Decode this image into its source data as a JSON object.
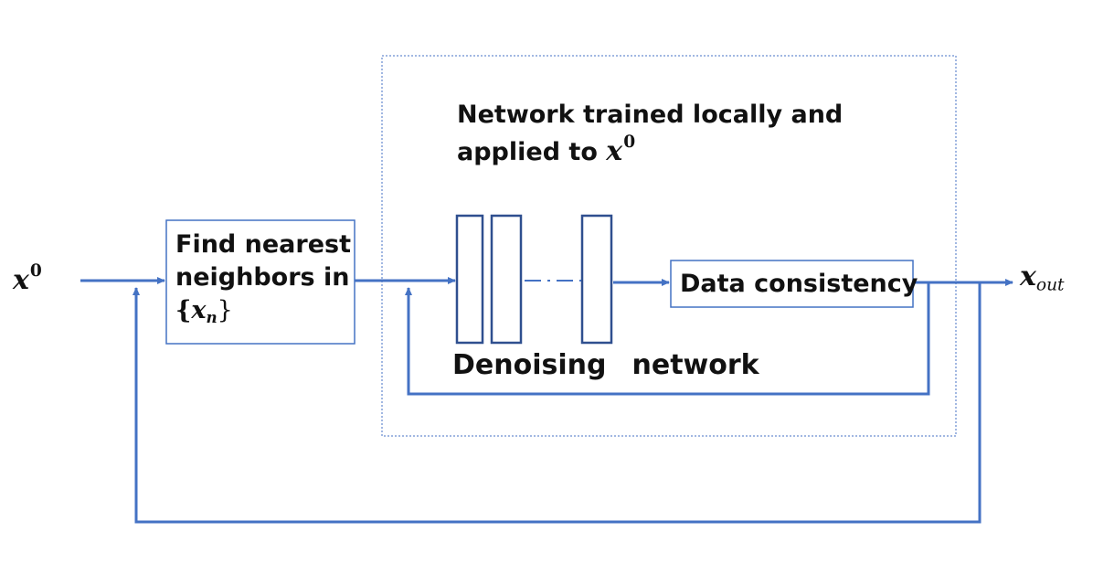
{
  "diagram": {
    "input_label": {
      "symbol": "x",
      "superscript": "0"
    },
    "output_label": {
      "symbol": "x",
      "subscript": "out"
    },
    "nearest_neighbors_box": {
      "line1": "Find nearest",
      "line2": "neighbors in",
      "set_open": "{",
      "set_symbol": "x",
      "set_subscript": "n",
      "set_close": "}"
    },
    "local_network_caption": {
      "line1": "Network trained locally and",
      "line2": "applied to",
      "symbol": "x",
      "superscript": "0"
    },
    "data_consistency_label": "Data consistency",
    "denoising_label_word1": "Denoising",
    "denoising_label_word2": "network",
    "colors": {
      "arrow": "#4472c4",
      "box_border": "#4472c4",
      "layer_border": "#2f4f8f",
      "dotted_border": "#4472c4",
      "text": "#111111"
    }
  }
}
